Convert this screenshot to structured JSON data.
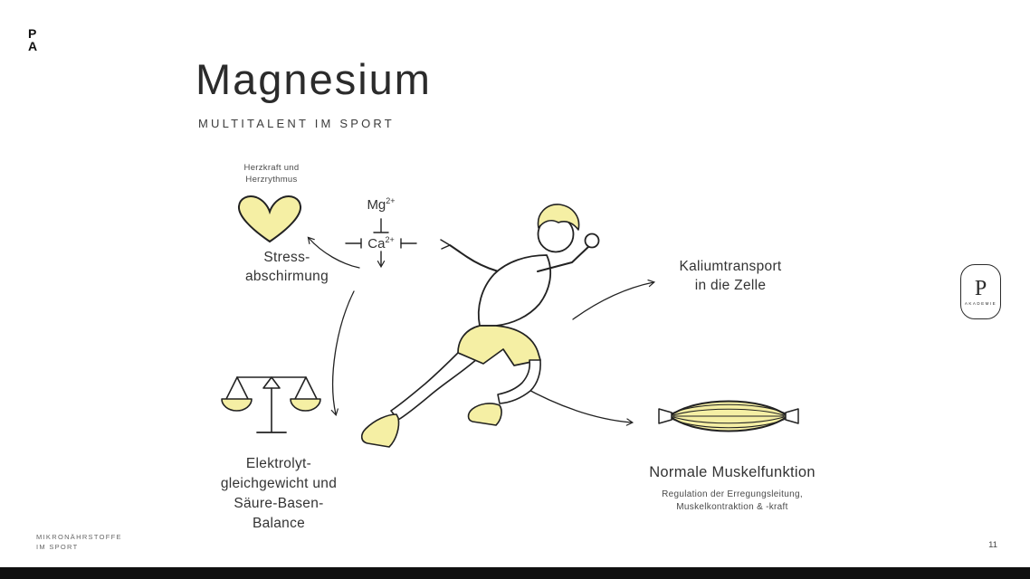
{
  "colors": {
    "accent_yellow": "#F5EFA4",
    "line": "#222222",
    "bottom_bar": "#101010"
  },
  "brand": {
    "logo": "P\nA"
  },
  "header": {
    "title": "Magnesium",
    "subtitle": "MULTITALENT IM SPORT"
  },
  "heart": {
    "caption": "Herzkraft und\nHerzrythmus",
    "label": "Stress-\nabschirmung"
  },
  "chemistry": {
    "mg": "Mg",
    "mg_sup": "2+",
    "ca": "Ca",
    "ca_sup": "2+"
  },
  "kalium": {
    "label": "Kaliumtransport\nin die Zelle"
  },
  "electrolyte": {
    "label": "Elektrolyt-\ngleichgewicht und\nSäure-Basen-\nBalance"
  },
  "muscle": {
    "label": "Normale Muskelfunktion",
    "caption": "Regulation der Erregungsleitung,\nMuskelkontraktion & -kraft"
  },
  "badge": {
    "letter": "P",
    "text": "AKADEMIE"
  },
  "footer": {
    "left": "MIKRONÄHRSTOFFE\nIM SPORT",
    "page_number": "11"
  }
}
